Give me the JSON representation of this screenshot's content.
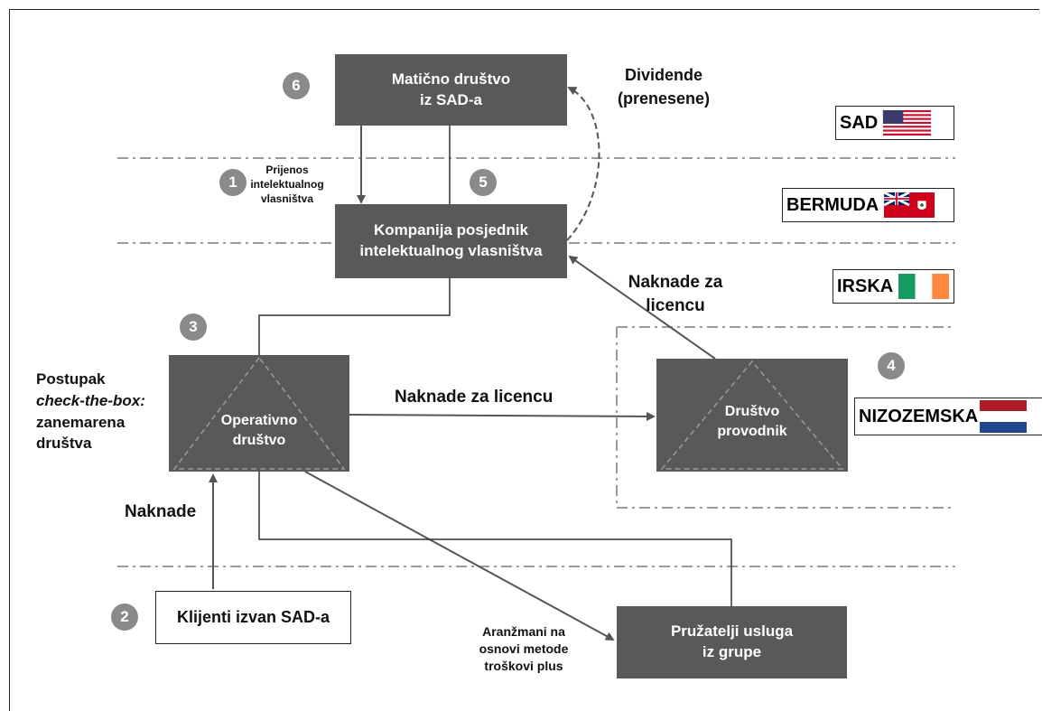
{
  "regions": {
    "usa": "SAD",
    "bermuda": "BERMUDA",
    "ireland": "IRSKA",
    "netherlands": "NIZOZEMSKA"
  },
  "entities": {
    "parent": "Matično društvo\niz SAD-a",
    "ip_holder": "Kompanija posjednik\nintelektualnog vlasništva",
    "operating": "Operativno\ndruštvo",
    "conduit": "Društvo\nprovodnik",
    "clients": "Klijenti izvan SAD-a",
    "service_providers": "Pružatelji usluga\niz grupe"
  },
  "steps": [
    "1",
    "2",
    "3",
    "4",
    "5",
    "6"
  ],
  "labels": {
    "ip_transfer": "Prijenos\nintelektualnog\nvlasništva",
    "dividends": "Dividende\n(prenesene)",
    "license_fees_to_ip": "Naknade za\nlicencu",
    "license_fees_to_conduit": "Naknade za licencu",
    "fees": "Naknade",
    "check_the_box_line1": "Postupak",
    "check_the_box_line2": "check-the-box:",
    "check_the_box_line3": "zanemarena\ndruštva",
    "cost_plus": "Aranžmani na\nosnovi metode\ntroškovi plus"
  },
  "colors": {
    "box_fill": "#595959",
    "circle_fill": "#8a8a8a",
    "divider": "#9a9a9a"
  },
  "icons": {
    "usa_flag": "us-flag-icon",
    "bermuda_flag": "bermuda-flag-icon",
    "ireland_flag": "ireland-flag-icon",
    "netherlands_flag": "netherlands-flag-icon"
  }
}
